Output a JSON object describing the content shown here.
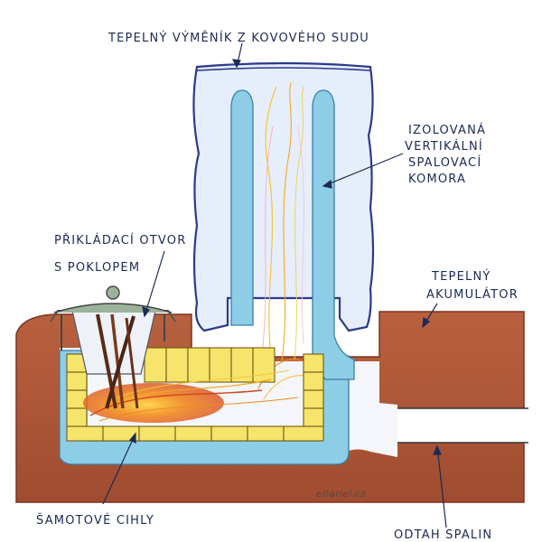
{
  "labels": {
    "heat_exchanger": "TEPELNÝ VÝMĚNÍK Z KOVOVÉHO SUDU",
    "chamber_line1": "IZOLOVANÁ",
    "chamber_line2": "VERTIKÁLNÍ",
    "chamber_line3": "SPALOVACÍ",
    "chamber_line4": "KOMORA",
    "opening_line1": "PŘIKLÁDACÍ OTVOR",
    "opening_line2": "S POKLOPEM",
    "accumulator_line1": "TEPELNÝ",
    "accumulator_line2": "AKUMULÁTOR",
    "bricks": "ŠAMOTOVÉ CIHLY",
    "exhaust": "ODTAH SPALIN",
    "signature": "eltariel.cz"
  },
  "colors": {
    "mass": "#b05a3a",
    "mass_dark": "#8a3d26",
    "barrel": "#e6eefb",
    "barrel_outline": "#2b3a8c",
    "insulation": "#8ecde6",
    "brick": "#f7e46a",
    "brick_outline": "#6e5a12",
    "fire": "#e85a1a",
    "ink": "#1c2a55"
  }
}
